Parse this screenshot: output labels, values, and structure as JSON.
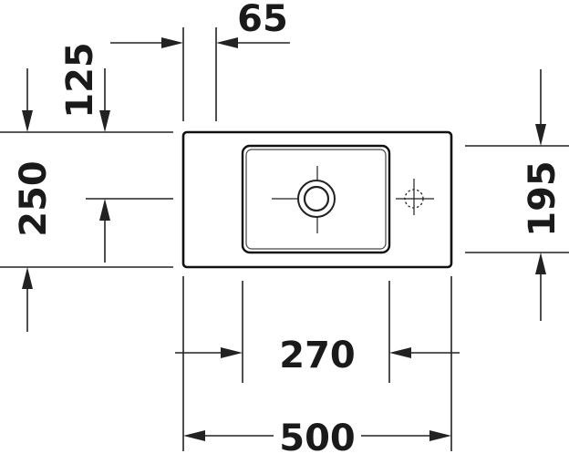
{
  "dimensions": {
    "overflow_offset": "65",
    "top_to_basin": "125",
    "total_depth": "250",
    "bowl_depth": "195",
    "bowl_width": "270",
    "total_width": "500"
  }
}
